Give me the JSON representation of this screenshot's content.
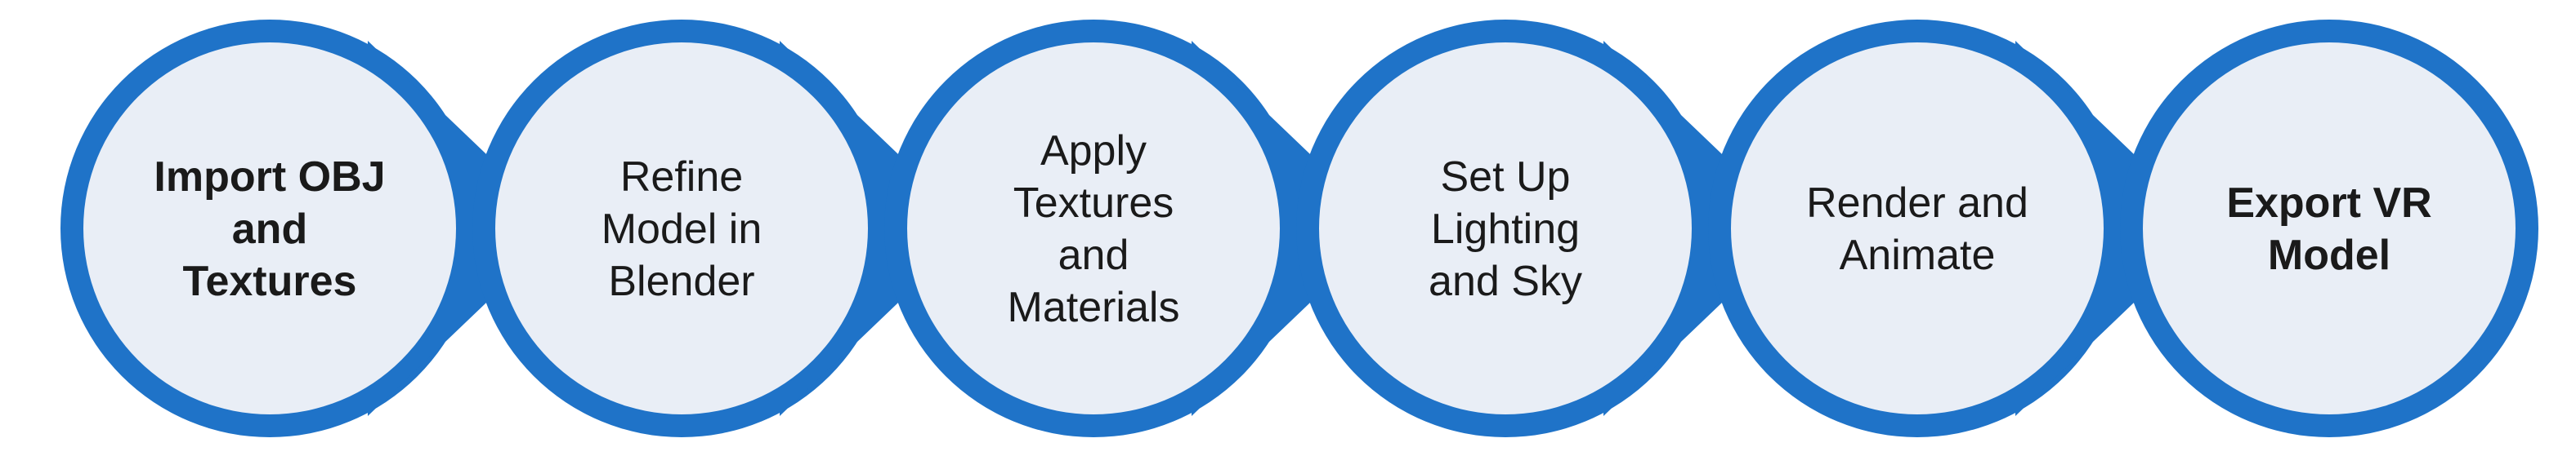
{
  "colors": {
    "ring": "#1f73c8",
    "fill": "#e9eef6",
    "text": "#1a1a1a",
    "background": "#ffffff"
  },
  "steps": [
    {
      "lines": [
        "Import OBJ",
        "and",
        "Textures"
      ],
      "bold": true
    },
    {
      "lines": [
        "Refine",
        "Model in",
        "Blender"
      ],
      "bold": false
    },
    {
      "lines": [
        "Apply",
        "Textures",
        "and",
        "Materials"
      ],
      "bold": false
    },
    {
      "lines": [
        "Set Up",
        "Lighting",
        "and Sky"
      ],
      "bold": false
    },
    {
      "lines": [
        "Render and",
        "Animate"
      ],
      "bold": false
    },
    {
      "lines": [
        "Export VR",
        "Model"
      ],
      "bold": true
    }
  ]
}
